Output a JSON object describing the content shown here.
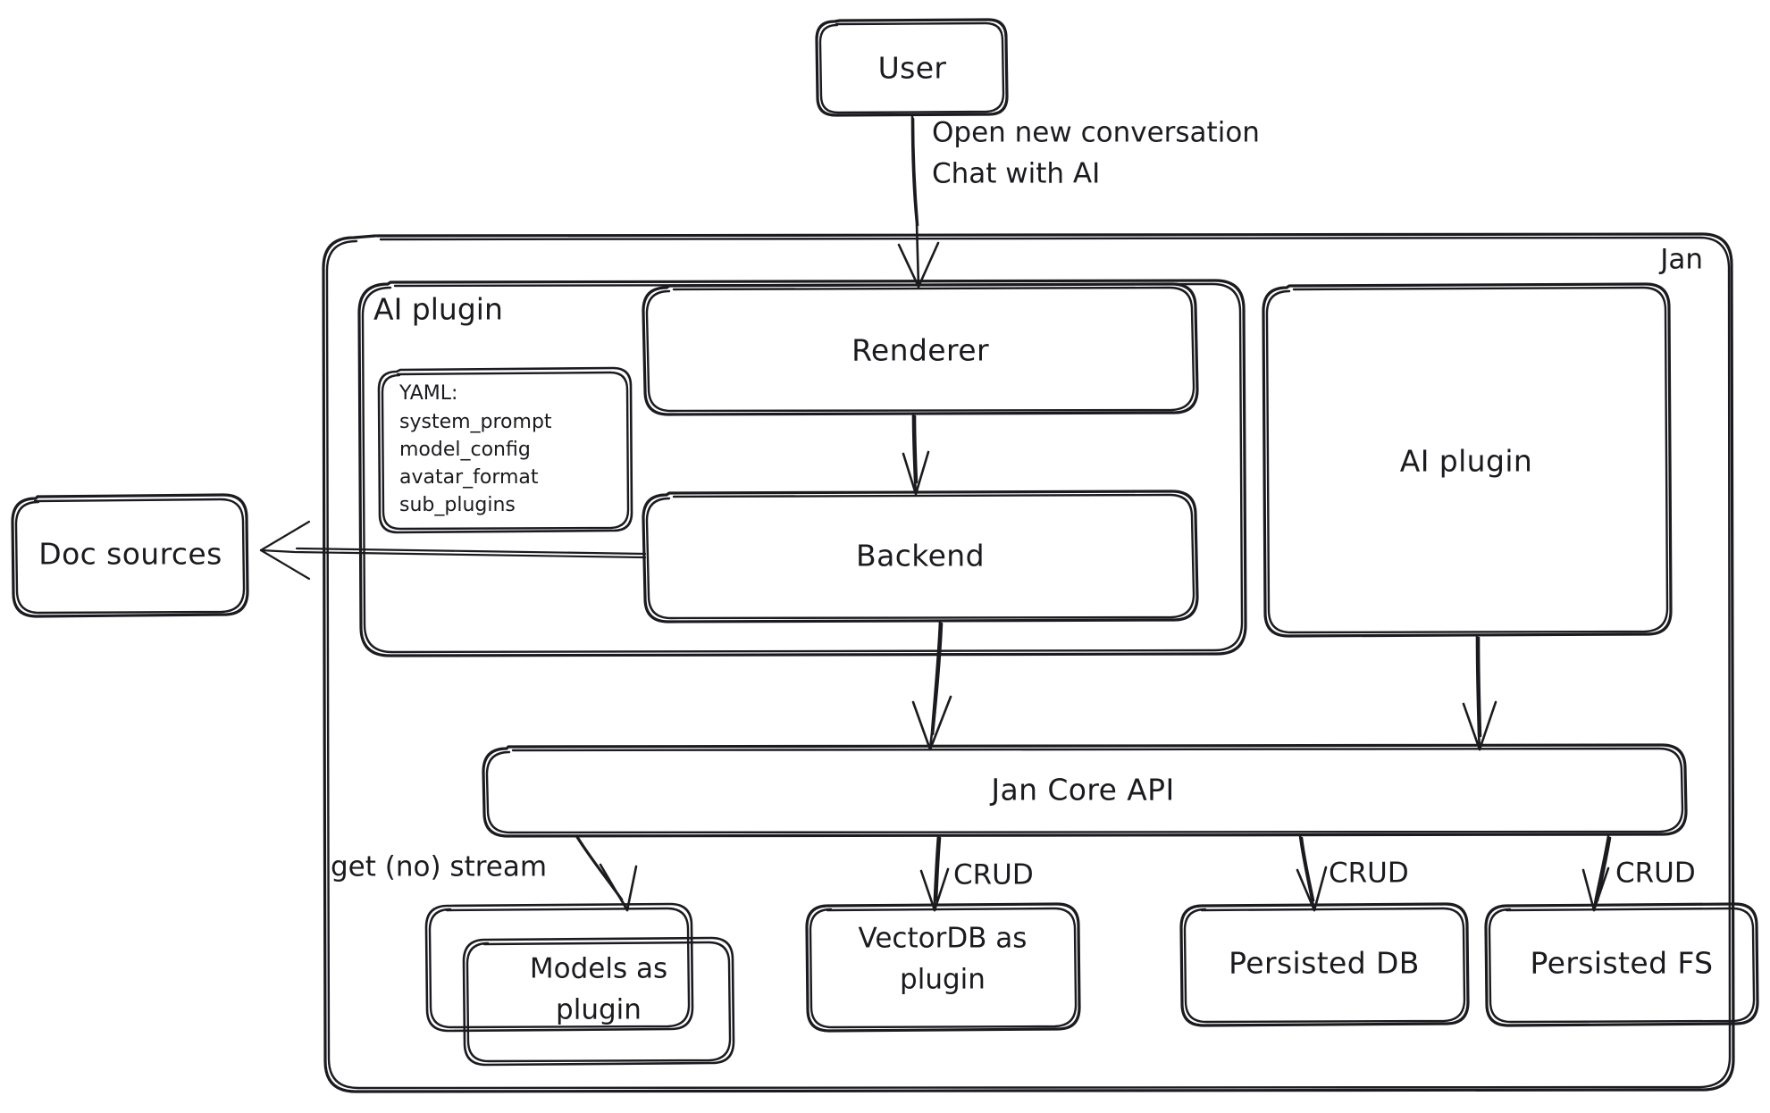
{
  "diagram": {
    "title": "Jan architecture diagram",
    "style": "hand-drawn",
    "stroke_color": "#1b1b1f",
    "background_color": "#ffffff"
  },
  "nodes": {
    "user": {
      "label": "User"
    },
    "jan_container": {
      "label": "Jan"
    },
    "ai_plugin_container": {
      "label": "AI plugin"
    },
    "renderer": {
      "label": "Renderer"
    },
    "backend": {
      "label": "Backend"
    },
    "ai_plugin_box": {
      "label": "AI plugin"
    },
    "doc_sources": {
      "label": "Doc sources"
    },
    "jan_core_api": {
      "label": "Jan Core API"
    },
    "models": {
      "label_line1": "Models as",
      "label_line2": "plugin"
    },
    "vectordb": {
      "label_line1": "VectorDB as",
      "label_line2": "plugin"
    },
    "persisted_db": {
      "label": "Persisted DB"
    },
    "persisted_fs": {
      "label": "Persisted FS"
    }
  },
  "yaml_card": {
    "lines": [
      "YAML:",
      "system_prompt",
      "model_config",
      "avatar_format",
      "sub_plugins"
    ]
  },
  "edge_labels": {
    "user_to_renderer_line1": "Open new conversation",
    "user_to_renderer_line2": "Chat with AI",
    "core_to_models": "get (no) stream",
    "core_to_vectordb": "CRUD",
    "core_to_persisted_db": "CRUD",
    "core_to_persisted_fs": "CRUD"
  }
}
